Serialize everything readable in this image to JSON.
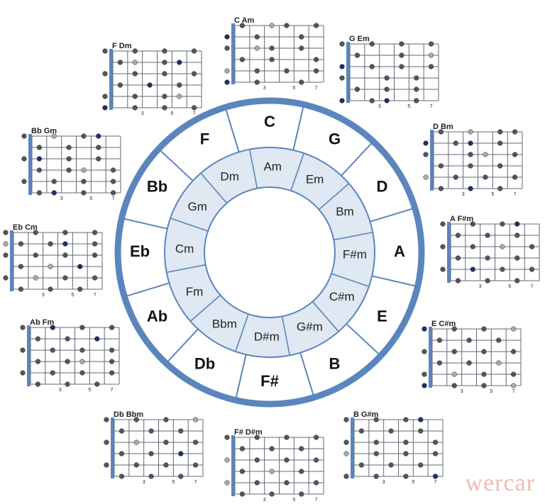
{
  "colors": {
    "ring": "#5b86bd",
    "inner_fill": "#dfe8f3",
    "nut": "#5b86bd",
    "dot_black": "#555555",
    "dot_grey": "#a9a9a9",
    "dot_navy": "#1f2f6b",
    "dot_maroon": "#7a1f2a"
  },
  "wheel": {
    "major": [
      "C",
      "G",
      "D",
      "A",
      "E",
      "B",
      "F#",
      "Db",
      "Ab",
      "Eb",
      "Bb",
      "F"
    ],
    "minor": [
      "Am",
      "Em",
      "Bm",
      "F#m",
      "C#m",
      "G#m",
      "D#m",
      "Bbm",
      "Fm",
      "Cm",
      "Gm",
      "Dm"
    ]
  },
  "fret_numbers": [
    "3",
    "5",
    "7"
  ],
  "fretboards": [
    {
      "title": "C  Am",
      "pattern": [
        [
          0,
          1,
          0,
          2,
          1,
          0,
          1
        ],
        [
          3,
          0,
          1,
          0,
          0,
          1,
          0
        ],
        [
          1,
          0,
          2,
          1,
          0,
          1,
          0
        ],
        [
          0,
          1,
          0,
          1,
          0,
          0,
          1
        ],
        [
          2,
          0,
          1,
          0,
          1,
          0,
          1
        ],
        [
          3,
          0,
          1,
          0,
          0,
          1,
          0
        ]
      ]
    },
    {
      "title": "G Em",
      "pattern": [
        [
          1,
          0,
          1,
          0,
          1,
          0,
          1
        ],
        [
          0,
          1,
          0,
          0,
          1,
          0,
          2
        ],
        [
          3,
          0,
          1,
          0,
          1,
          0,
          1
        ],
        [
          1,
          0,
          0,
          1,
          0,
          1,
          0
        ],
        [
          0,
          1,
          0,
          1,
          0,
          1,
          0
        ],
        [
          3,
          0,
          1,
          3,
          0,
          1,
          0
        ]
      ]
    },
    {
      "title": "D Bm",
      "pattern": [
        [
          0,
          1,
          0,
          2,
          0,
          1,
          1
        ],
        [
          3,
          0,
          1,
          3,
          0,
          1,
          0
        ],
        [
          1,
          0,
          0,
          1,
          2,
          0,
          1
        ],
        [
          0,
          1,
          0,
          1,
          0,
          1,
          0
        ],
        [
          2,
          0,
          1,
          0,
          1,
          0,
          1
        ],
        [
          0,
          1,
          0,
          3,
          0,
          1,
          0
        ]
      ]
    },
    {
      "title": "A F#m",
      "pattern": [
        [
          1,
          0,
          1,
          0,
          1,
          3,
          0
        ],
        [
          0,
          1,
          0,
          1,
          0,
          1,
          0
        ],
        [
          1,
          0,
          1,
          0,
          2,
          0,
          1
        ],
        [
          0,
          1,
          0,
          1,
          0,
          1,
          0
        ],
        [
          1,
          0,
          3,
          0,
          1,
          0,
          1
        ],
        [
          0,
          1,
          0,
          1,
          0,
          1,
          0
        ]
      ]
    },
    {
      "title": "E C#m",
      "pattern": [
        [
          3,
          0,
          1,
          0,
          1,
          0,
          2
        ],
        [
          0,
          1,
          0,
          1,
          0,
          1,
          0
        ],
        [
          1,
          0,
          1,
          0,
          1,
          0,
          1
        ],
        [
          0,
          1,
          0,
          1,
          0,
          2,
          0
        ],
        [
          1,
          0,
          2,
          0,
          1,
          0,
          1
        ],
        [
          3,
          0,
          1,
          0,
          1,
          0,
          2
        ]
      ]
    },
    {
      "title": "B G#m",
      "pattern": [
        [
          1,
          0,
          1,
          0,
          1,
          3,
          0
        ],
        [
          0,
          1,
          0,
          1,
          0,
          1,
          0
        ],
        [
          1,
          0,
          1,
          0,
          1,
          0,
          1
        ],
        [
          2,
          0,
          1,
          0,
          1,
          0,
          1
        ],
        [
          0,
          1,
          0,
          1,
          0,
          1,
          0
        ],
        [
          1,
          0,
          1,
          0,
          1,
          0,
          3
        ]
      ]
    },
    {
      "title": "F# D#m",
      "pattern": [
        [
          1,
          0,
          1,
          0,
          1,
          0,
          1
        ],
        [
          0,
          1,
          0,
          1,
          0,
          1,
          0
        ],
        [
          2,
          0,
          1,
          0,
          1,
          0,
          1
        ],
        [
          0,
          1,
          0,
          2,
          0,
          1,
          0
        ],
        [
          2,
          0,
          1,
          0,
          1,
          0,
          1
        ],
        [
          0,
          1,
          0,
          1,
          0,
          1,
          0
        ]
      ]
    },
    {
      "title": "Db Bbm",
      "pattern": [
        [
          1,
          0,
          1,
          0,
          1,
          0,
          2
        ],
        [
          0,
          1,
          0,
          1,
          0,
          1,
          0
        ],
        [
          1,
          0,
          2,
          0,
          1,
          0,
          1
        ],
        [
          0,
          1,
          0,
          1,
          0,
          3,
          0
        ],
        [
          1,
          0,
          1,
          0,
          1,
          0,
          1
        ],
        [
          0,
          1,
          0,
          1,
          0,
          1,
          0
        ]
      ]
    },
    {
      "title": "Ab Fm",
      "pattern": [
        [
          1,
          0,
          3,
          0,
          1,
          0,
          1
        ],
        [
          0,
          1,
          0,
          1,
          0,
          3,
          0
        ],
        [
          1,
          0,
          1,
          0,
          1,
          0,
          1
        ],
        [
          0,
          1,
          0,
          1,
          2,
          0,
          1
        ],
        [
          1,
          0,
          1,
          0,
          1,
          0,
          1
        ],
        [
          0,
          1,
          0,
          1,
          0,
          1,
          0
        ]
      ]
    },
    {
      "title": "Eb Cm",
      "pattern": [
        [
          1,
          0,
          1,
          0,
          1,
          0,
          1
        ],
        [
          2,
          1,
          0,
          1,
          3,
          0,
          1
        ],
        [
          1,
          0,
          1,
          0,
          1,
          0,
          1
        ],
        [
          0,
          1,
          0,
          2,
          0,
          3,
          0
        ],
        [
          1,
          0,
          2,
          0,
          1,
          0,
          1
        ],
        [
          0,
          1,
          0,
          1,
          0,
          1,
          0
        ]
      ]
    },
    {
      "title": "Bb Gm",
      "pattern": [
        [
          1,
          0,
          2,
          0,
          1,
          3,
          0
        ],
        [
          0,
          1,
          0,
          1,
          0,
          1,
          0
        ],
        [
          1,
          3,
          0,
          1,
          0,
          1,
          0
        ],
        [
          0,
          1,
          0,
          1,
          2,
          0,
          1
        ],
        [
          1,
          0,
          1,
          0,
          1,
          0,
          1
        ],
        [
          0,
          1,
          3,
          0,
          1,
          0,
          1
        ]
      ]
    },
    {
      "title": "F Dm",
      "pattern": [
        [
          1,
          0,
          1,
          0,
          1,
          0,
          1
        ],
        [
          0,
          1,
          2,
          0,
          1,
          3,
          0
        ],
        [
          1,
          0,
          1,
          0,
          1,
          0,
          1
        ],
        [
          0,
          1,
          0,
          3,
          0,
          1,
          0
        ],
        [
          1,
          0,
          1,
          0,
          1,
          2,
          0
        ],
        [
          3,
          0,
          1,
          0,
          1,
          0,
          1
        ]
      ]
    }
  ],
  "watermark": "wercar"
}
